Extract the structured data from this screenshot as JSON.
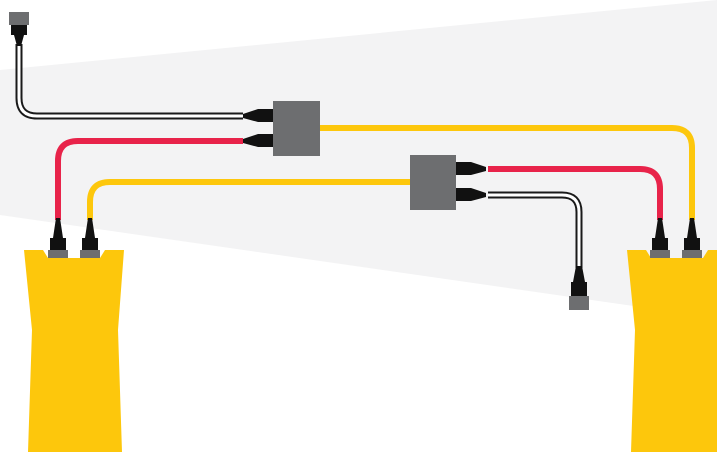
{
  "diagram": {
    "colors": {
      "background_band": "#f3f3f4",
      "tester_body": "#fdc70c",
      "patch_cord_red": "#e8234a",
      "patch_cord_yellow": "#fdc70c",
      "cable_white": "#ffffff",
      "cable_outline": "#1a1a1a",
      "coupler": "#6d6e70",
      "connector_black": "#111111",
      "connector_ferrule": "#6d6e70"
    },
    "components": {
      "testers": [
        "left-tester",
        "right-tester"
      ],
      "couplers": [
        "upper-coupler",
        "lower-coupler"
      ],
      "open_ends": [
        "top-left-connector",
        "bottom-middle-connector"
      ]
    }
  }
}
